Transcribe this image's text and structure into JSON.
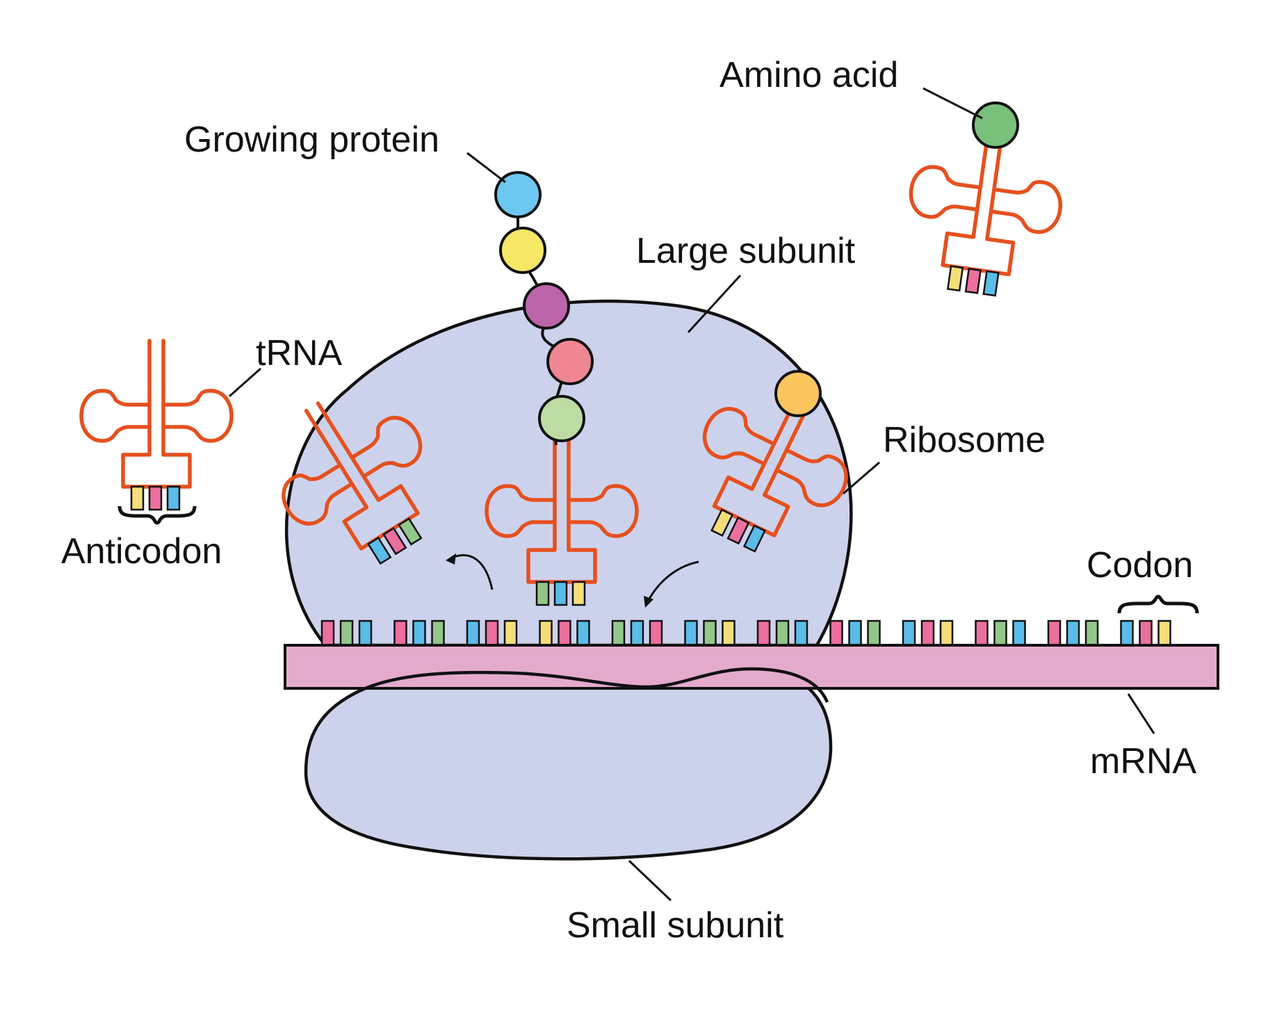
{
  "labels": {
    "amino_acid": "Amino acid",
    "growing_protein": "Growing protein",
    "large_subunit": "Large subunit",
    "trna": "tRNA",
    "ribosome": "Ribosome",
    "anticodon": "Anticodon",
    "codon": "Codon",
    "mrna": "mRNA",
    "small_subunit": "Small subunit"
  },
  "colors": {
    "ribosome_fill": "#CDD2EC",
    "mrna_fill": "#E4AACB",
    "trna_stroke": "#E5501E",
    "outline": "#111111",
    "base_pink": "#EC6F9E",
    "base_green": "#92C78A",
    "base_blue": "#59BCE9",
    "base_yellow": "#F3DE79"
  },
  "growing_protein_beads": [
    "#6CC8F0",
    "#F6E866",
    "#BD65AB",
    "#EF8793",
    "#BCDCA4"
  ],
  "incoming_amino_acid": "#FBC55E",
  "free_amino_acid": "#79C07B",
  "mrna_codons": [
    [
      "pink",
      "green",
      "blue"
    ],
    [
      "pink",
      "blue",
      "green"
    ],
    [
      "blue",
      "pink",
      "yellow"
    ],
    [
      "yellow",
      "pink",
      "blue"
    ],
    [
      "green",
      "blue",
      "pink"
    ],
    [
      "blue",
      "green",
      "yellow"
    ],
    [
      "pink",
      "green",
      "blue"
    ],
    [
      "pink",
      "blue",
      "green"
    ],
    [
      "blue",
      "pink",
      "yellow"
    ],
    [
      "pink",
      "green",
      "blue"
    ],
    [
      "pink",
      "blue",
      "green"
    ],
    [
      "blue",
      "pink",
      "yellow"
    ]
  ],
  "trna_anticodons": {
    "free_left": [
      "yellow",
      "pink",
      "blue"
    ],
    "free_top_right": [
      "yellow",
      "pink",
      "blue"
    ],
    "ribosome_left": [
      "blue",
      "pink",
      "green"
    ],
    "ribosome_center": [
      "green",
      "blue",
      "yellow"
    ],
    "ribosome_right": [
      "yellow",
      "pink",
      "blue"
    ]
  }
}
